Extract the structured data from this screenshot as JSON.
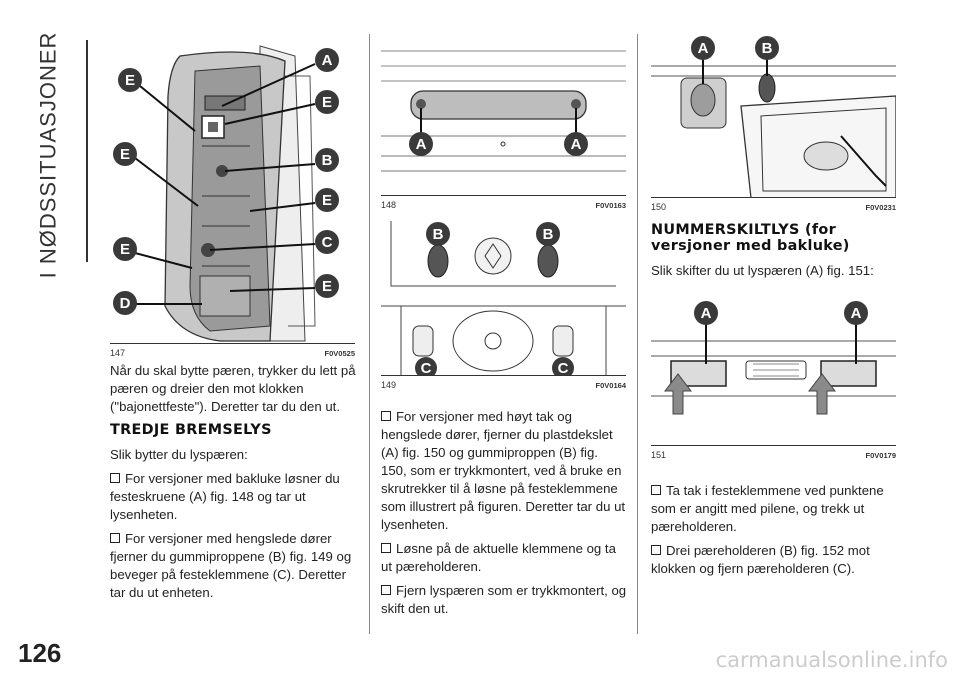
{
  "side_tab": "I NØDSSITUASJONER",
  "page_number": "126",
  "watermark": "carmanualsonline.info",
  "figures": {
    "f147": {
      "num": "147",
      "code": "F0V0525"
    },
    "f148": {
      "num": "148",
      "code": "F0V0163"
    },
    "f149": {
      "num": "149",
      "code": "F0V0164"
    },
    "f150": {
      "num": "150",
      "code": "F0V0231"
    },
    "f151": {
      "num": "151",
      "code": "F0V0179"
    }
  },
  "callouts": {
    "A": "A",
    "B": "B",
    "C": "C",
    "D": "D",
    "E": "E"
  },
  "col1": {
    "p1": "Når du skal bytte pæren, trykker du lett på pæren og dreier den mot klokken (\"bajonettfeste\"). Deretter tar du den ut.",
    "h_tredje": "TREDJE BREMSELYS",
    "p2": "Slik bytter du lyspæren:",
    "b1": "For versjoner med bakluke løsner du festeskruene (A) fig. 148 og tar ut lysenheten.",
    "b2": "For versjoner med hengslede dører fjerner du gummiproppene (B) fig. 149 og beveger på festeklemmene (C). Deretter tar du ut enheten."
  },
  "col2": {
    "b3": "For versjoner med høyt tak og hengslede dører, fjerner du plastdekslet (A) fig. 150 og gummiproppen (B) fig. 150, som er trykkmontert, ved å bruke en skrutrekker til å løsne på festeklemmene som illustrert på figuren. Deretter tar du ut lysenheten.",
    "b4": "Løsne på de aktuelle klemmene og ta ut pæreholderen.",
    "b5": "Fjern lyspæren som er trykkmontert, og skift den ut."
  },
  "col3": {
    "h_nummer": "NUMMERSKILTLYS (for versjoner med bakluke)",
    "p3": "Slik skifter du ut lyspæren (A) fig. 151:",
    "b6": "Ta tak i festeklemmene ved punktene som er angitt med pilene, og trekk ut pæreholderen.",
    "b7": "Drei pæreholderen (B) fig. 152 mot klokken og fjern pæreholderen (C)."
  }
}
